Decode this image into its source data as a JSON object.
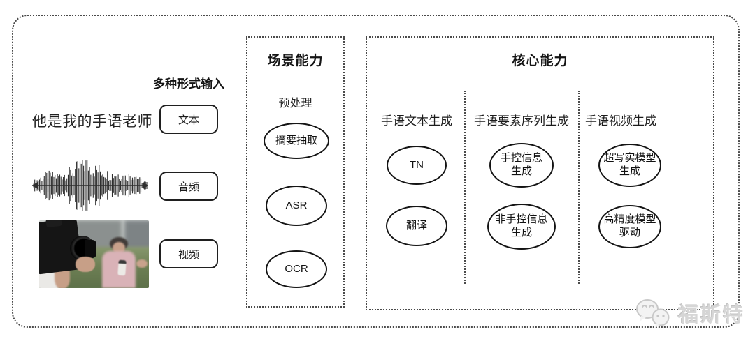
{
  "colors": {
    "background": "#ffffff",
    "line": "#1a1a1a",
    "watermark_gray": "#d6d6d6"
  },
  "input": {
    "label": "多种形式输入",
    "sample_sentence": "他是我的手语老师",
    "buttons": [
      "文本",
      "音频",
      "视频"
    ],
    "media": {
      "waveform_icon": "audio-waveform-icon",
      "photo_description": "reporter-filmed-by-cameraman-photo"
    }
  },
  "scene": {
    "title": "场景能力",
    "stage_label": "预处理",
    "nodes": [
      "摘要抽取",
      "ASR",
      "OCR"
    ]
  },
  "core": {
    "title": "核心能力",
    "columns": [
      {
        "header": "手语文本生成",
        "nodes": [
          "TN",
          "翻译"
        ]
      },
      {
        "header": "手语要素序列生成",
        "nodes": [
          "手控信息\n生成",
          "非手控信息\n生成"
        ]
      },
      {
        "header": "手语视频生成",
        "nodes": [
          "超写实模型\n生成",
          "高精度模型\n驱动"
        ]
      }
    ]
  },
  "watermark": {
    "label": "福斯特",
    "icon": "chat-bubbles-icon"
  }
}
